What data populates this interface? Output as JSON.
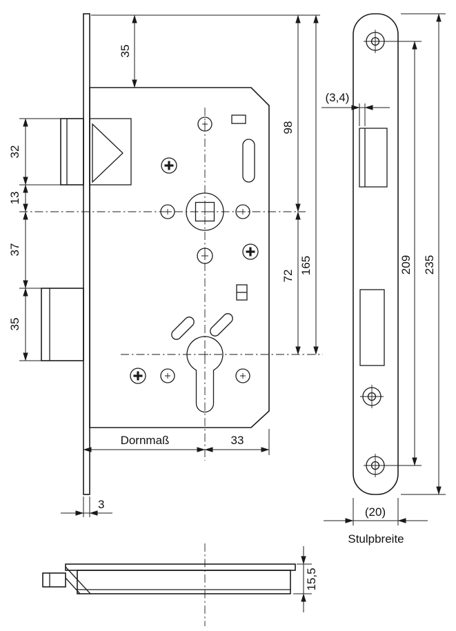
{
  "drawing": {
    "main_view": {
      "dims": {
        "top_35": "35",
        "left_32": "32",
        "left_13": "13",
        "left_37": "37",
        "left_35": "35",
        "right_98": "98",
        "right_72": "72",
        "right_165": "165",
        "backset_label": "Dornmaß",
        "bottom_33": "33",
        "faceplate_thickness": "3"
      }
    },
    "faceplate_view": {
      "dims": {
        "offset_3_4": "(3,4)",
        "screw_spacing_209": "209",
        "total_height_235": "235",
        "width_20": "(20)",
        "width_label": "Stulpbreite"
      }
    },
    "bottom_view": {
      "dims": {
        "depth_15_5": "15,5"
      }
    }
  }
}
